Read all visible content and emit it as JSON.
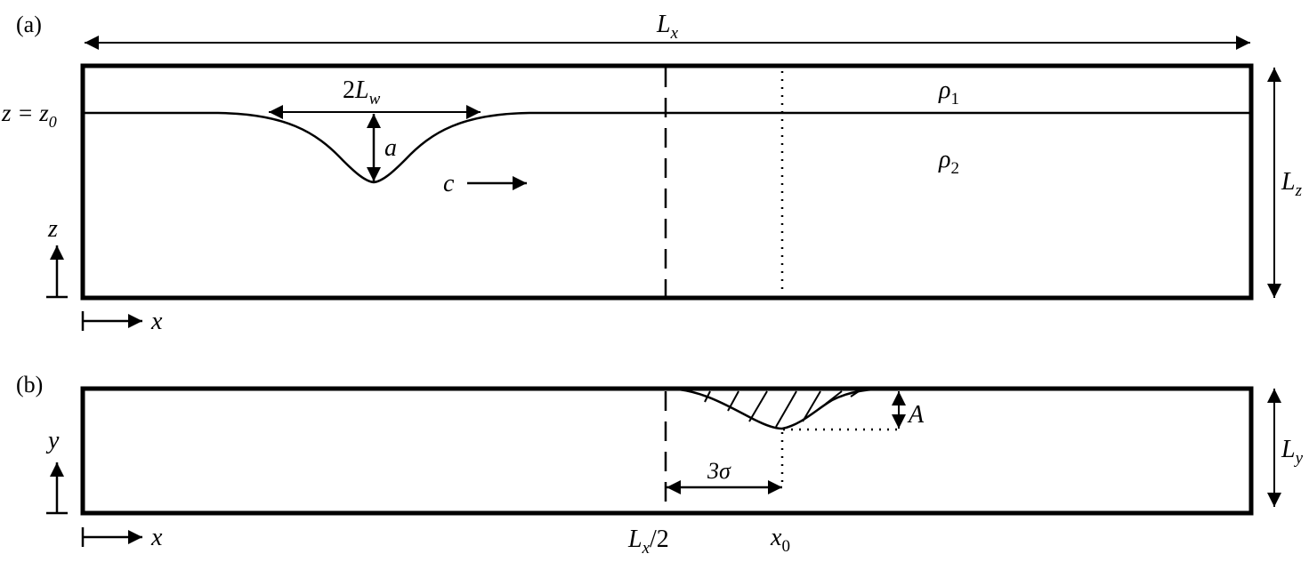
{
  "panel_a": {
    "tag": "(a)",
    "length_x": {
      "base": "L",
      "sub": "x"
    },
    "interface": {
      "lhs": "z = z",
      "sub": "0"
    },
    "wave_width": {
      "pre": "2",
      "base": "L",
      "sub": "w"
    },
    "amplitude": "a",
    "speed": "c",
    "upper_density": {
      "base": "ρ",
      "sub": "1"
    },
    "lower_density": {
      "base": "ρ",
      "sub": "2"
    },
    "height_z": {
      "base": "L",
      "sub": "z"
    },
    "axis_vertical": "z",
    "axis_horizontal": "x"
  },
  "panel_b": {
    "tag": "(b)",
    "bump_amplitude": "A",
    "width_y": {
      "base": "L",
      "sub": "y"
    },
    "offset": "3σ",
    "axis_vertical": "y",
    "axis_horizontal": "x",
    "midline": {
      "base": "L",
      "sub": "x",
      "suffix": "/2"
    },
    "center": {
      "base": "x",
      "sub": "0"
    }
  }
}
